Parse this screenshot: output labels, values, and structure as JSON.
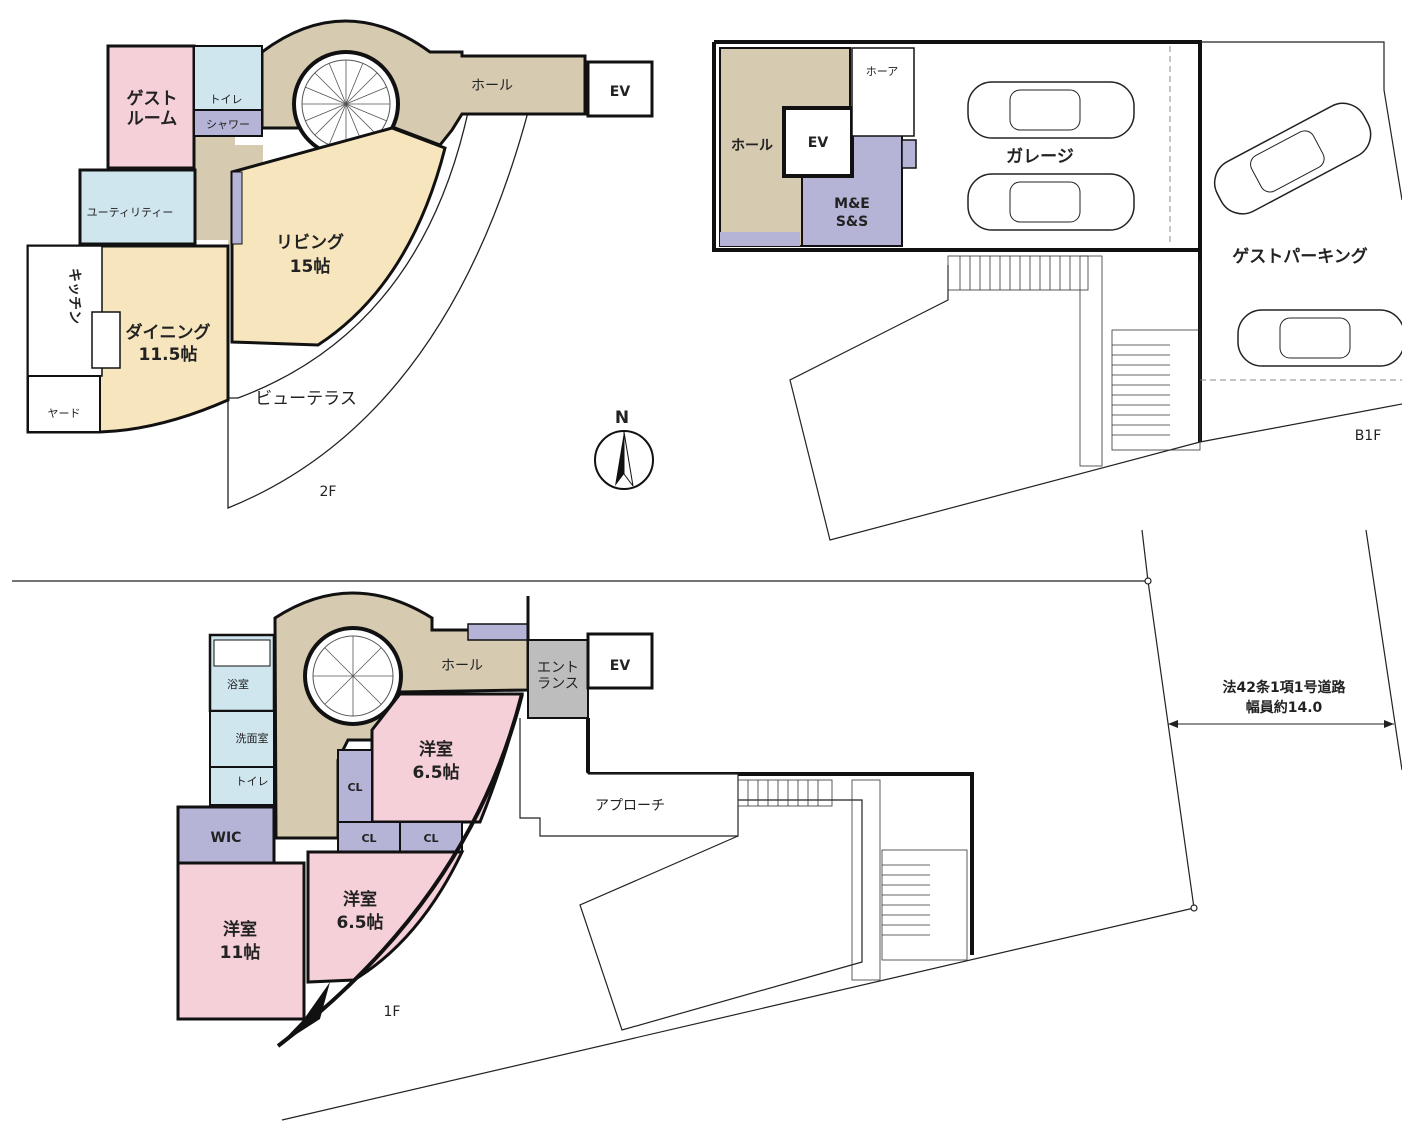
{
  "colors": {
    "hall": "#d6cbb0",
    "living": "#f7e6bd",
    "guest_room": "#f5d0d9",
    "bedroom": "#f5d0d9",
    "wet": "#cfe6ef",
    "storage": "#b5b4d6",
    "entrance": "#bdbdbd",
    "wall": "#111111"
  },
  "floor2": {
    "floor_label": "2F",
    "guest_room_line1": "ゲスト",
    "guest_room_line2": "ルーム",
    "toilet": "トイレ",
    "shower": "シャワー",
    "hall": "ホール",
    "ev": "EV",
    "utility": "ユーティリティー",
    "living_line1": "リビング",
    "living_line2": "15帖",
    "kitchen": "キッチン",
    "dining_line1": "ダイニング",
    "dining_line2": "11.5帖",
    "yard": "ヤード",
    "view_terrace": "ビューテラス"
  },
  "compass": {
    "north": "N"
  },
  "floorB1": {
    "floor_label": "B1F",
    "hall": "ホール",
    "ev": "EV",
    "porch": "ホーア",
    "me_line1": "M&E",
    "me_line2": "S&S",
    "garage": "ガレージ",
    "guest_parking": "ゲストパーキング"
  },
  "floor1": {
    "floor_label": "1F",
    "hall": "ホール",
    "entrance_line1": "エント",
    "entrance_line2": "ランス",
    "ev": "EV",
    "bath": "浴室",
    "washroom": "洗面室",
    "toilet": "トイレ",
    "western1_line1": "洋室",
    "western1_line2": "6.5帖",
    "cl1": "CL",
    "cl2": "CL",
    "cl3": "CL",
    "wic": "WIC",
    "western2_line1": "洋室",
    "western2_line2": "11帖",
    "western3_line1": "洋室",
    "western3_line2": "6.5帖",
    "approach": "アプローチ"
  },
  "road": {
    "line1": "法42条1項1号道路",
    "line2": "幅員約14.0"
  }
}
